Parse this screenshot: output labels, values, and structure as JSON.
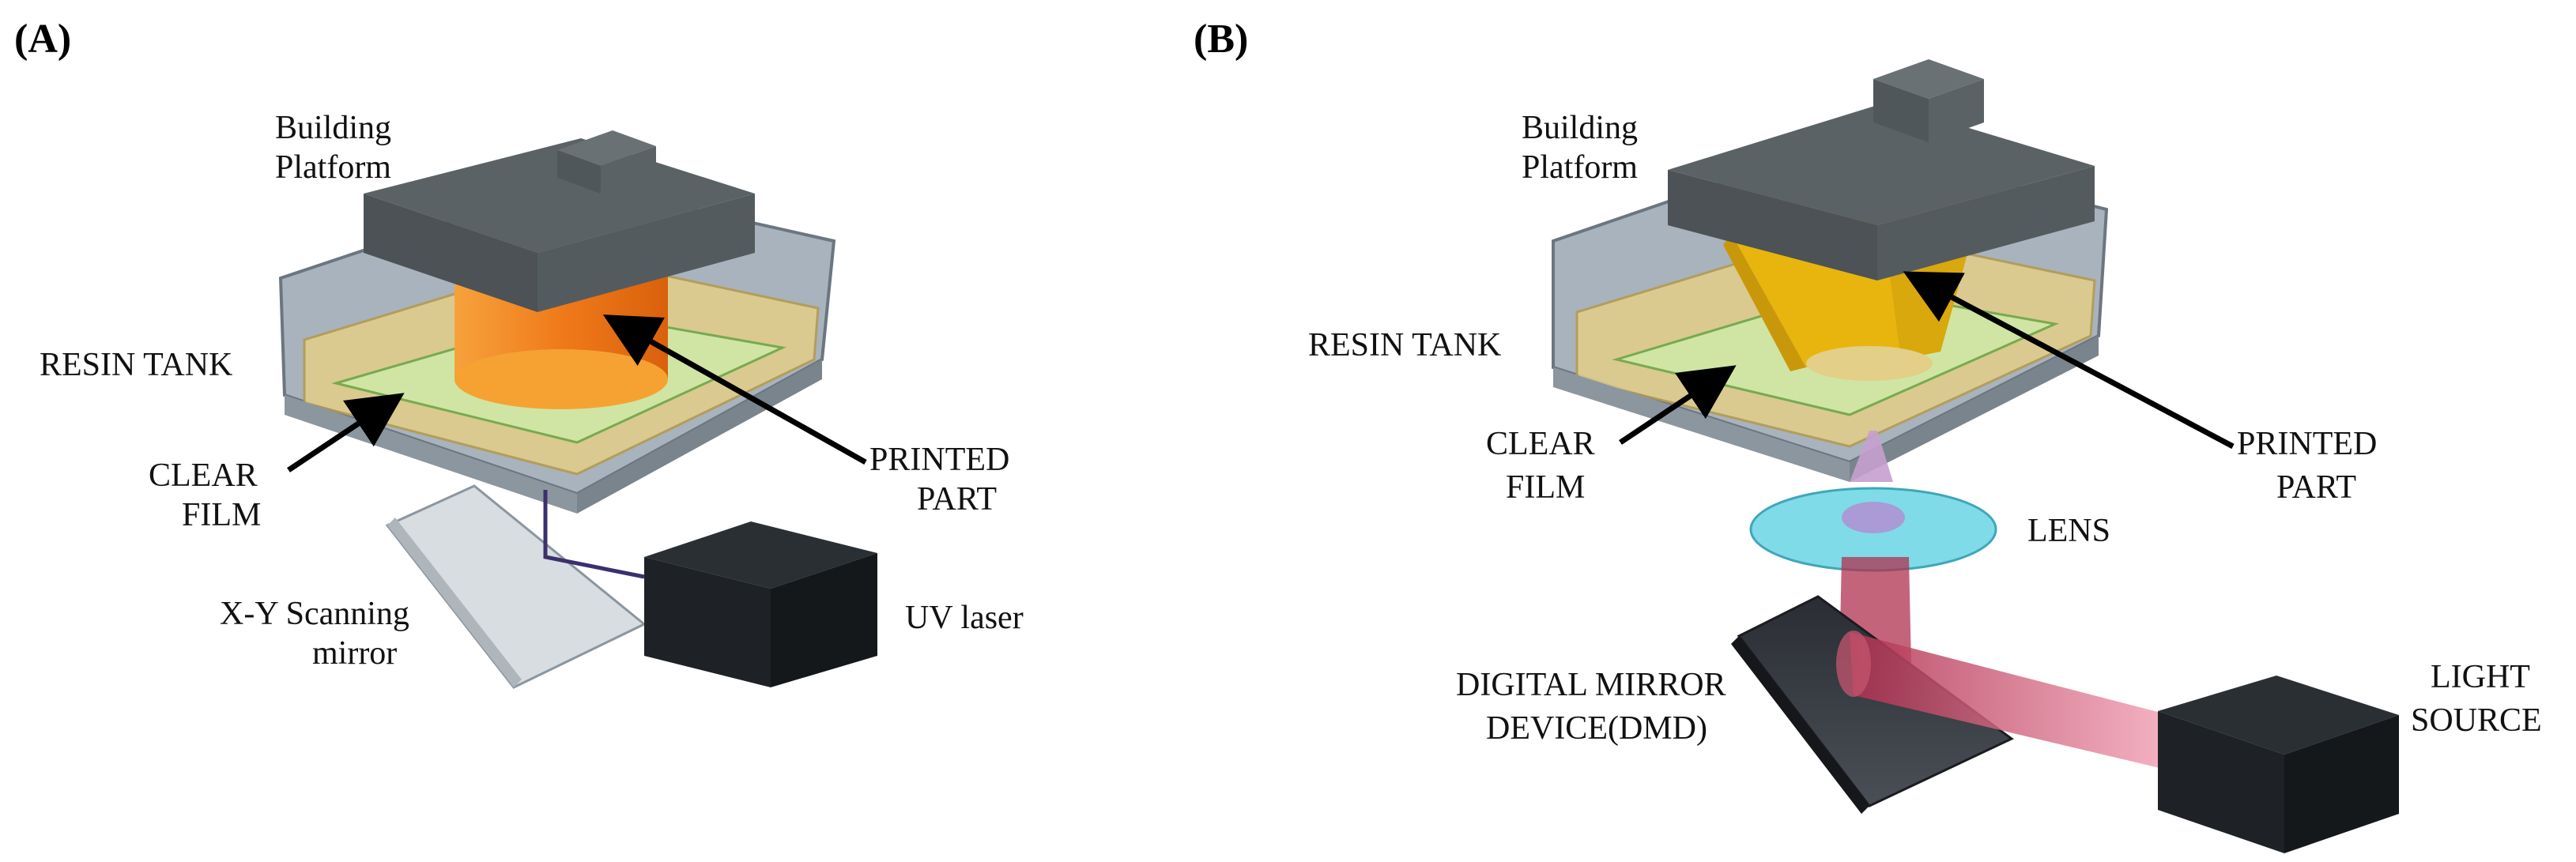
{
  "panels": {
    "a": {
      "tag": "(A)",
      "building_platform_line1": "Building",
      "building_platform_line2": "Platform",
      "resin_tank": "RESIN TANK",
      "clear_film_line1": "CLEAR",
      "clear_film_line2": "FILM",
      "printed_part_line1": "PRINTED",
      "printed_part_line2": "PART",
      "mirror_line1": "X-Y Scanning",
      "mirror_line2": "mirror",
      "uv_laser": "UV laser"
    },
    "b": {
      "tag": "(B)",
      "building_platform_line1": "Building",
      "building_platform_line2": "Platform",
      "resin_tank": "RESIN TANK",
      "clear_film_line1": "CLEAR",
      "clear_film_line2": "FILM",
      "printed_part_line1": "PRINTED",
      "printed_part_line2": "PART",
      "lens": "LENS",
      "dmd_line1": "DIGITAL MIRROR",
      "dmd_line2": "DEVICE(DMD)",
      "light_source_line1": "LIGHT",
      "light_source_line2": "SOURCE"
    }
  },
  "colors": {
    "platform": "#5b6266",
    "tank": "#a9b3bd",
    "resin": "#e3cf87",
    "film": "#cfe8a6",
    "part_a": "#f07a1a",
    "part_b": "#e8b50e",
    "laser_box": "#1e2226",
    "lens": "#7fdbe8",
    "beam": "#e58aa2"
  }
}
